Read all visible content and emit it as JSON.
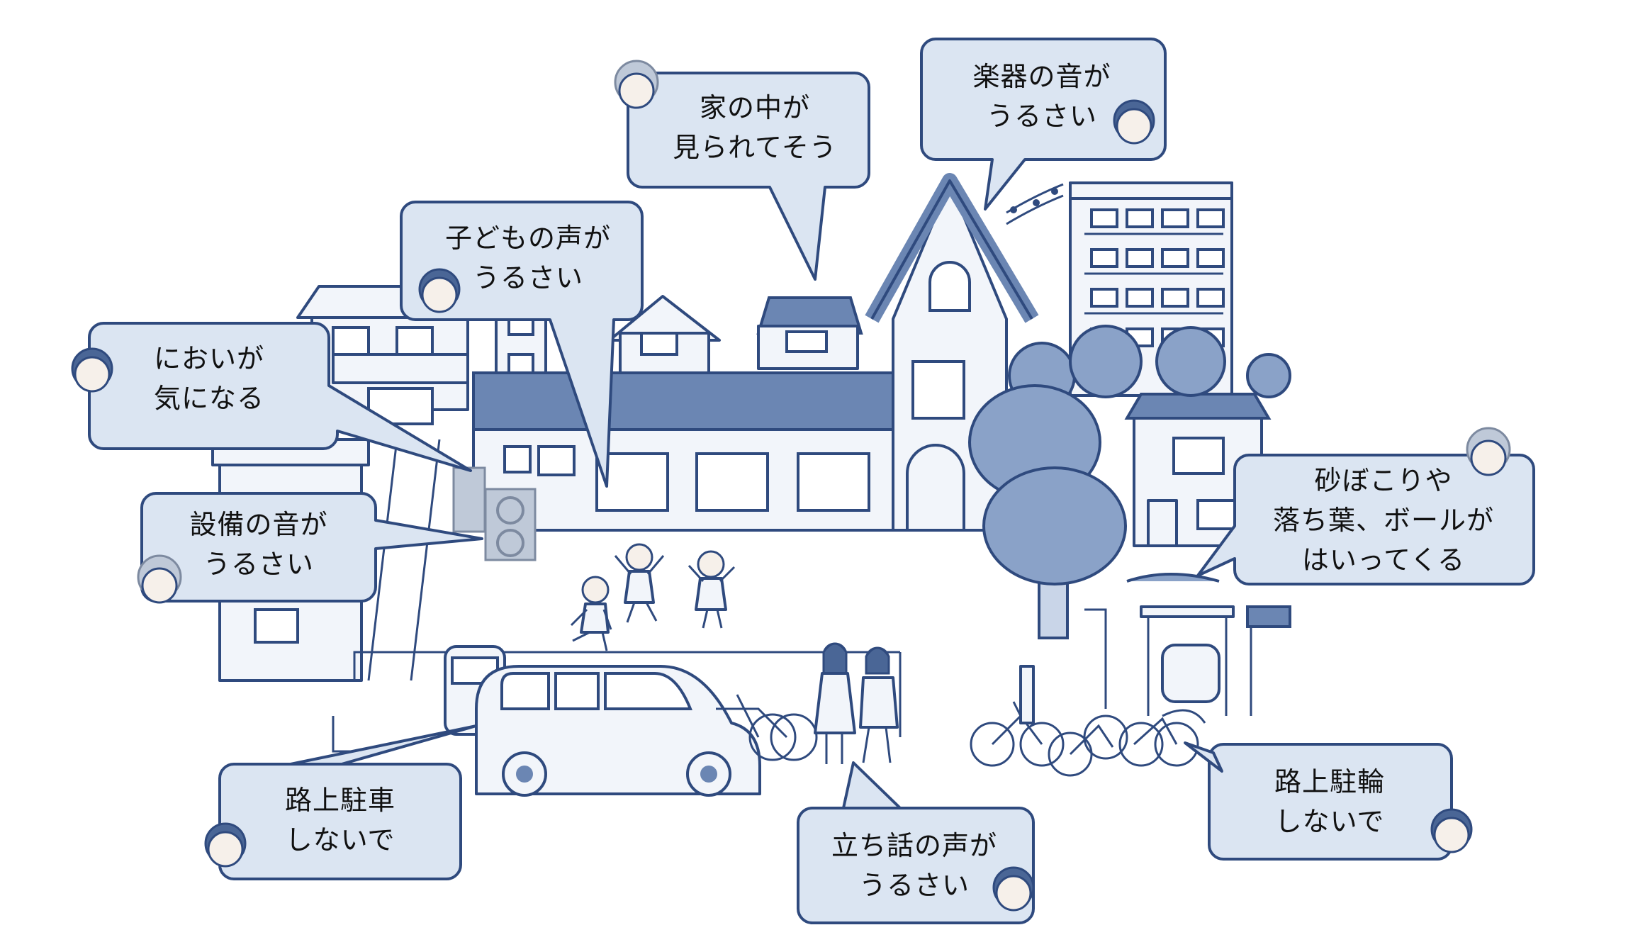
{
  "callouts": [
    {
      "id": "smell",
      "lines": [
        "においが",
        "気になる"
      ]
    },
    {
      "id": "equipment",
      "lines": [
        "設備の音が",
        "うるさい"
      ]
    },
    {
      "id": "children",
      "lines": [
        "子どもの声が",
        "うるさい"
      ]
    },
    {
      "id": "privacy",
      "lines": [
        "家の中が",
        "見られてそう"
      ]
    },
    {
      "id": "instrument",
      "lines": [
        "楽器の音が",
        "うるさい"
      ]
    },
    {
      "id": "dust",
      "lines": [
        "砂ぼこりや",
        "落ち葉、ボールが",
        "はいってくる"
      ]
    },
    {
      "id": "parking",
      "lines": [
        "路上駐車",
        "しないで"
      ]
    },
    {
      "id": "chatting",
      "lines": [
        "立ち話の声が",
        "うるさい"
      ]
    },
    {
      "id": "bicycle",
      "lines": [
        "路上駐輪",
        "しないで"
      ]
    }
  ],
  "colors": {
    "line": "#2f4a7e",
    "bubble_fill": "#dbe5f2",
    "roof": "#6b86b3",
    "wall": "#f2f5fa",
    "ground": "#ffffff",
    "tree": "#8aa2c8"
  },
  "icons": [
    "worried-person-icon",
    "elderly-person-icon",
    "music-notes-icon",
    "car-icon",
    "bicycle-icon",
    "children-playing-icon",
    "air-conditioner-icon",
    "tree-icon"
  ]
}
